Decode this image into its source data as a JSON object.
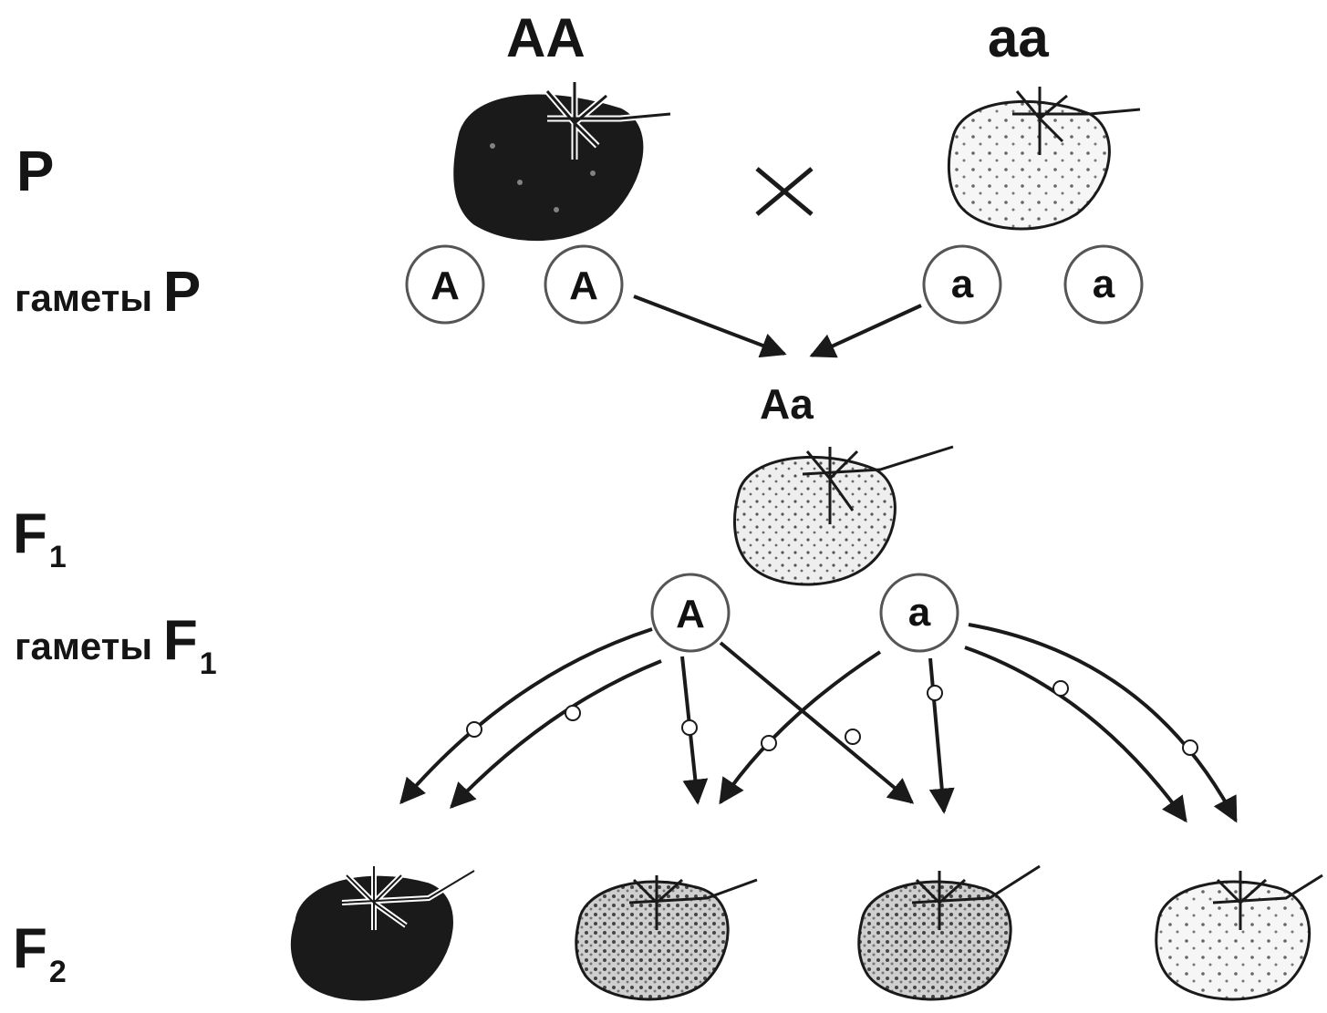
{
  "parents": {
    "generation_label": "P",
    "left_genotype": "AA",
    "right_genotype": "aa",
    "cross_symbol": "×"
  },
  "gametes_p": {
    "label_word": "гаметы",
    "label_gen": "P",
    "left": [
      "A",
      "A"
    ],
    "right": [
      "a",
      "a"
    ]
  },
  "f1": {
    "generation_label_letter": "F",
    "generation_label_index": "1",
    "genotype": "Aa"
  },
  "gametes_f1": {
    "label_word": "гаметы",
    "label_gen_letter": "F",
    "label_gen_index": "1",
    "gametes": [
      "A",
      "a"
    ]
  },
  "f2": {
    "generation_label_letter": "F",
    "generation_label_index": "2"
  },
  "colors": {
    "dark_berry": "#1a1a1a",
    "light_berry": "#f2f2f2",
    "mid_berry": "#d6d6d6",
    "stroke": "#1a1a1a"
  },
  "icons": [
    "strawberry-dark",
    "strawberry-light",
    "strawberry-speckled",
    "cross-symbol",
    "arrow"
  ]
}
